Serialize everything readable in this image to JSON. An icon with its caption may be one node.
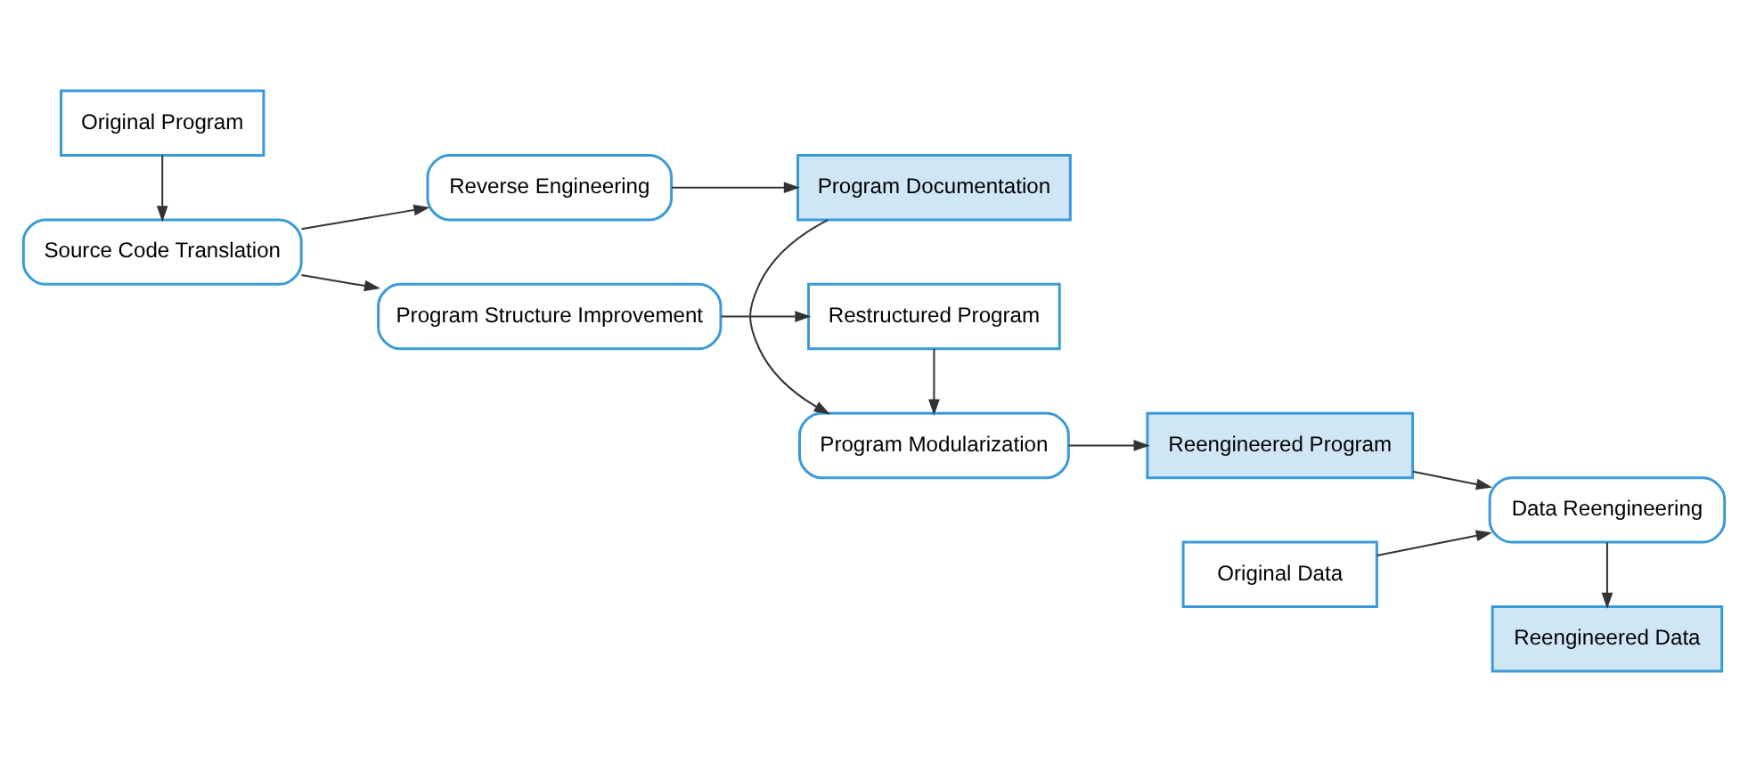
{
  "diagram": {
    "nodes": [
      {
        "text": [
          "Original Program"
        ]
      },
      {
        "text": [
          "Source Code Translation"
        ]
      },
      {
        "text": [
          "Reverse Engineering"
        ]
      },
      {
        "text": [
          "Program Structure Improvement"
        ]
      },
      {
        "text": [
          "Program Documentation"
        ]
      },
      {
        "text": [
          "Program Modularization"
        ]
      },
      {
        "text": [
          "Restructured Program"
        ]
      },
      {
        "text": [
          "Reengineered Program"
        ]
      },
      {
        "text": [
          "Original Data"
        ]
      },
      {
        "text": [
          "Data Reengineering"
        ]
      },
      {
        "text": [
          "Reengineered Data"
        ]
      }
    ],
    "edges": [
      {
        "from": 0,
        "to": 1,
        "arrow": "to"
      },
      {
        "from": 1,
        "to": 2,
        "arrow": "to"
      },
      {
        "from": 1,
        "to": 3,
        "arrow": "to"
      },
      {
        "from": 2,
        "to": 4,
        "arrow": "to"
      },
      {
        "from": 3,
        "to": 6,
        "arrow": "to"
      },
      {
        "from": 4,
        "to": 5,
        "arrow": "to"
      },
      {
        "from": 6,
        "to": 5,
        "arrow": "to"
      },
      {
        "from": 5,
        "to": 7,
        "arrow": "to"
      },
      {
        "from": 7,
        "to": 9,
        "arrow": "to"
      },
      {
        "from": 8,
        "to": 9,
        "arrow": "to"
      },
      {
        "from": 9,
        "to": 10,
        "arrow": "to"
      }
    ]
  }
}
